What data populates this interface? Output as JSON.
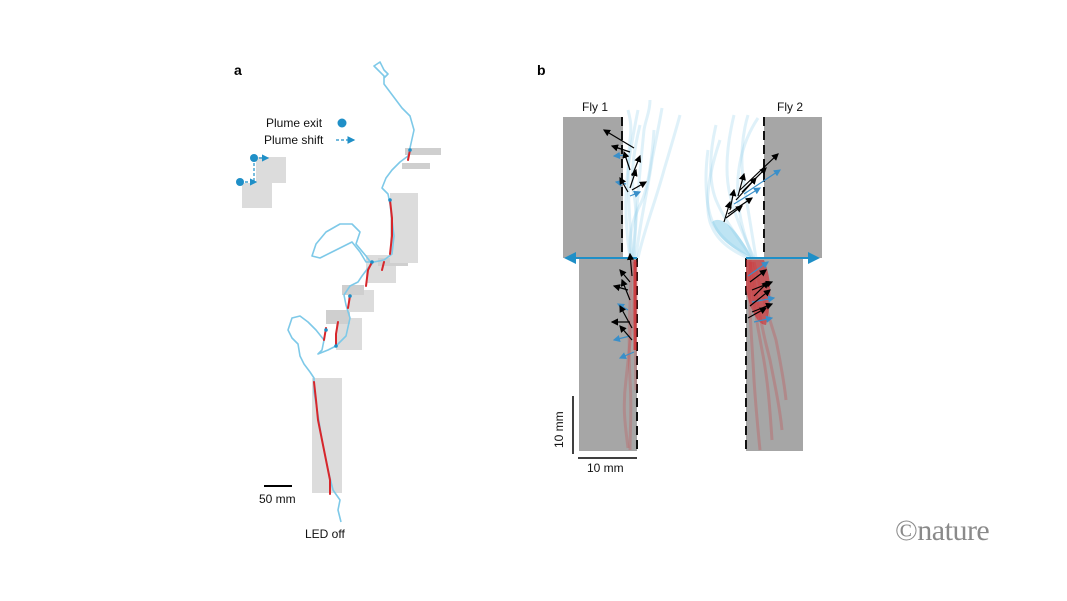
{
  "panel_a": {
    "label": "a",
    "legend": {
      "plume_exit": "Plume exit",
      "plume_shift": "Plume shift"
    },
    "scale_bar": "50 mm",
    "end_label": "LED off"
  },
  "panel_b": {
    "label": "b",
    "fly1": "Fly 1",
    "fly2": "Fly 2",
    "scale_vertical": "10 mm",
    "scale_horizontal": "10 mm"
  },
  "watermark": "©nature",
  "colors": {
    "in_plume": "#d7262b",
    "out_plume": "#7ec9e8",
    "marker": "#1f8fc7",
    "plume_gray": "#a6a6a6",
    "light_gray": "#dcdcdc",
    "arrow_black": "#000000"
  }
}
